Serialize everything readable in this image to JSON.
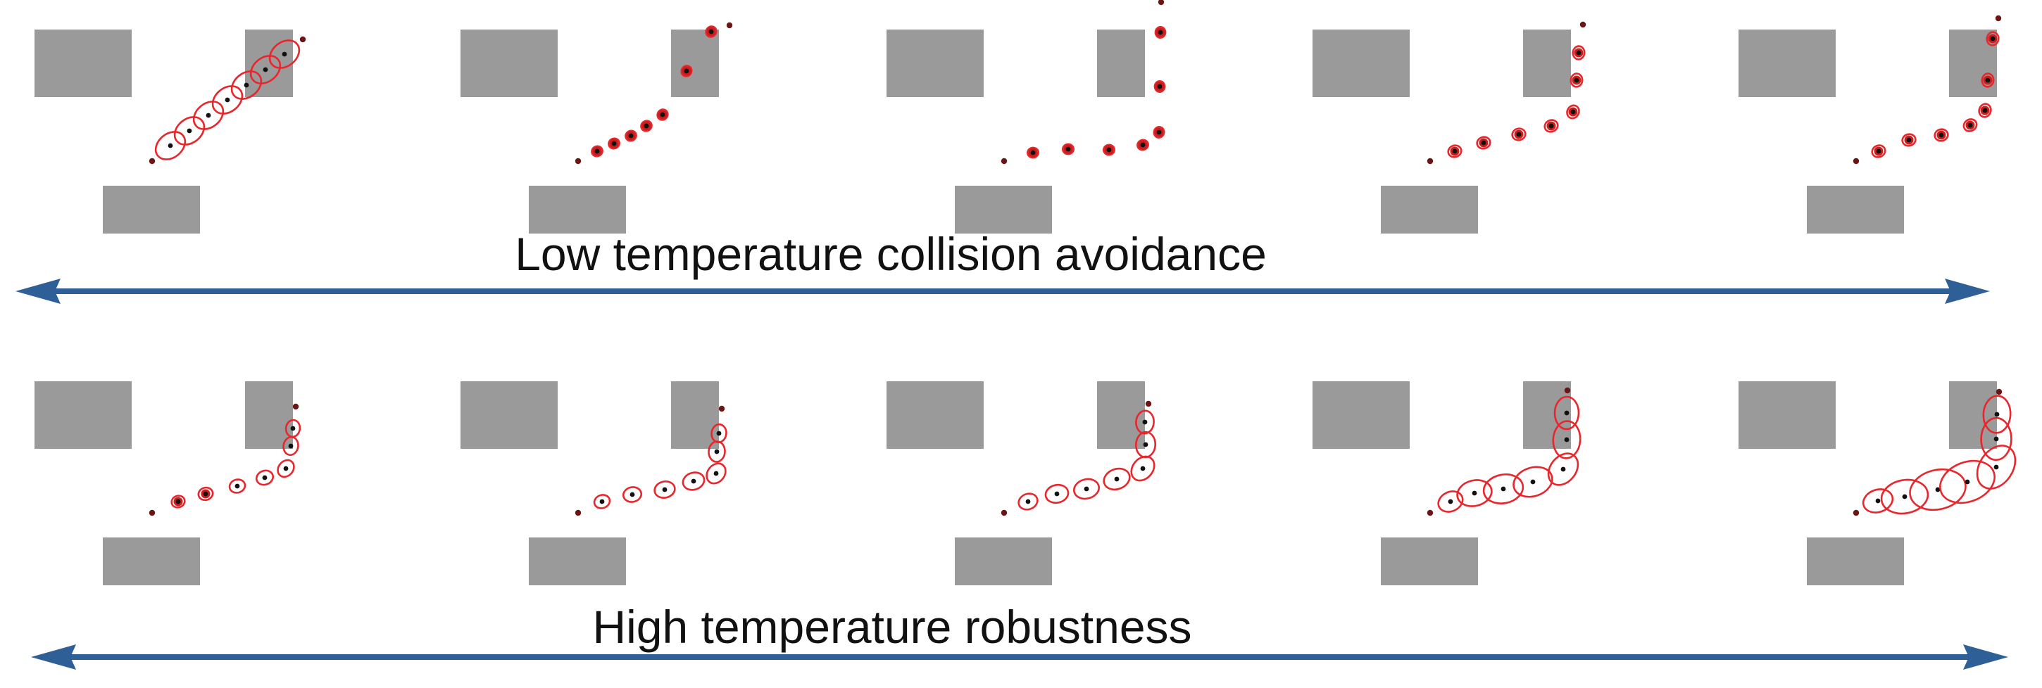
{
  "labels": {
    "top": "Low temperature collision avoidance",
    "bottom": "High temperature robustness"
  },
  "colors": {
    "obstacle": "#9a9a9a",
    "arrow": "#2e5f96",
    "ellipse": "#e8262b",
    "dot": "#111111",
    "endpoint": "#6b1515"
  },
  "panel_count_per_row": 5,
  "rows": [
    {
      "name": "low-temperature",
      "panels": [
        {
          "path": [
            [
              0,
              0
            ],
            [
              26,
              -22
            ],
            [
              53,
              -43
            ],
            [
              80,
              -65
            ],
            [
              107,
              -87
            ],
            [
              134,
              -108
            ],
            [
              161,
              -130
            ],
            [
              188,
              -152
            ],
            [
              214,
              -173
            ]
          ],
          "spread": [
            1.0,
            1.0,
            1.0,
            1.0,
            1.0,
            1.0,
            1.0,
            1.0,
            1.0
          ]
        },
        {
          "path": [
            [
              0,
              0
            ],
            [
              27,
              -14
            ],
            [
              51,
              -25
            ],
            [
              75,
              -36
            ],
            [
              97,
              -50
            ],
            [
              120,
              -66
            ],
            [
              154,
              -128
            ],
            [
              189,
              -184
            ],
            [
              215,
              -193
            ]
          ],
          "spread": [
            0.1,
            0.1,
            0.1,
            0.1,
            0.1,
            0.1,
            0.1,
            0.1,
            0.1
          ]
        },
        {
          "path": [
            [
              0,
              0
            ],
            [
              41,
              -12
            ],
            [
              91,
              -17
            ],
            [
              149,
              -16
            ],
            [
              197,
              -23
            ],
            [
              220,
              -41
            ],
            [
              221,
              -106
            ],
            [
              222,
              -183
            ],
            [
              223,
              -226
            ]
          ],
          "spread": [
            0.1,
            0.1,
            0.1,
            0.1,
            0.1,
            0.1,
            0.1,
            0.1,
            0.1
          ]
        },
        {
          "path": [
            [
              0,
              0
            ],
            [
              35,
              -14
            ],
            [
              76,
              -26
            ],
            [
              126,
              -38
            ],
            [
              172,
              -50
            ],
            [
              203,
              -70
            ],
            [
              208,
              -115
            ],
            [
              211,
              -154
            ],
            [
              217,
              -194
            ]
          ],
          "spread": [
            0.2,
            0.2,
            0.2,
            0.2,
            0.2,
            0.2,
            0.2,
            0.2,
            0.2
          ]
        },
        {
          "path": [
            [
              0,
              0
            ],
            [
              32,
              -14
            ],
            [
              75,
              -30
            ],
            [
              121,
              -37
            ],
            [
              162,
              -51
            ],
            [
              183,
              -72
            ],
            [
              187,
              -115
            ],
            [
              194,
              -174
            ],
            [
              202,
              -203
            ]
          ],
          "spread": [
            0.2,
            0.2,
            0.2,
            0.2,
            0.2,
            0.2,
            0.2,
            0.2,
            0.2
          ]
        }
      ]
    },
    {
      "name": "high-temperature",
      "panels": [
        {
          "path": [
            [
              0,
              0
            ],
            [
              37,
              -16
            ],
            [
              76,
              -27
            ],
            [
              121,
              -38
            ],
            [
              160,
              -50
            ],
            [
              190,
              -63
            ],
            [
              197,
              -95
            ],
            [
              200,
              -120
            ],
            [
              204,
              -151
            ]
          ],
          "spread": [
            0.2,
            0.2,
            0.25,
            0.3,
            0.35,
            0.4,
            0.4,
            0.35,
            0.2
          ]
        },
        {
          "path": [
            [
              0,
              0
            ],
            [
              34,
              -16
            ],
            [
              77,
              -26
            ],
            [
              123,
              -33
            ],
            [
              164,
              -45
            ],
            [
              196,
              -56
            ],
            [
              197,
              -87
            ],
            [
              200,
              -113
            ],
            [
              204,
              -148
            ]
          ],
          "spread": [
            0.2,
            0.3,
            0.4,
            0.5,
            0.55,
            0.55,
            0.5,
            0.4,
            0.2
          ]
        },
        {
          "path": [
            [
              0,
              0
            ],
            [
              34,
              -16
            ],
            [
              75,
              -27
            ],
            [
              117,
              -34
            ],
            [
              160,
              -48
            ],
            [
              197,
              -63
            ],
            [
              201,
              -97
            ],
            [
              200,
              -129
            ],
            [
              205,
              -155
            ]
          ],
          "spread": [
            0.2,
            0.45,
            0.6,
            0.7,
            0.75,
            0.75,
            0.7,
            0.6,
            0.2
          ]
        },
        {
          "path": [
            [
              0,
              0
            ],
            [
              29,
              -16
            ],
            [
              63,
              -28
            ],
            [
              104,
              -34
            ],
            [
              146,
              -44
            ],
            [
              189,
              -62
            ],
            [
              194,
              -104
            ],
            [
              194,
              -142
            ],
            [
              195,
              -174
            ]
          ],
          "spread": [
            0.2,
            0.7,
            1.1,
            1.3,
            1.3,
            1.1,
            1.2,
            1.0,
            0.2
          ]
        },
        {
          "path": [
            [
              0,
              0
            ],
            [
              31,
              -17
            ],
            [
              69,
              -23
            ],
            [
              116,
              -33
            ],
            [
              158,
              -44
            ],
            [
              199,
              -65
            ],
            [
              199,
              -105
            ],
            [
              200,
              -140
            ],
            [
              203,
              -172
            ]
          ],
          "spread": [
            0.2,
            0.9,
            1.6,
            2.0,
            2.0,
            1.6,
            1.4,
            1.2,
            0.2
          ]
        }
      ]
    }
  ]
}
